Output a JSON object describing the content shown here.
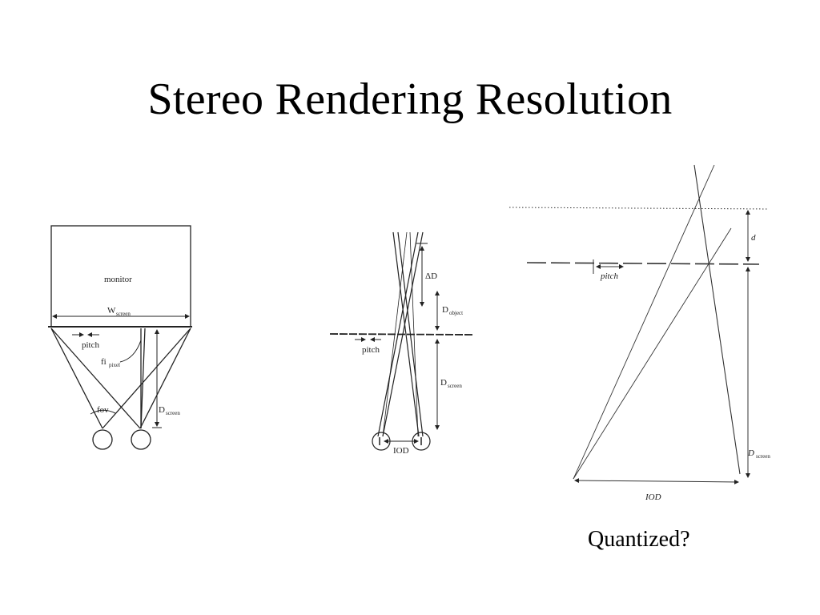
{
  "slide": {
    "title": "Stereo Rendering Resolution",
    "caption": "Quantized?"
  },
  "figure_left": {
    "monitor": "monitor",
    "w_screen": "W",
    "w_screen_sub": "screen",
    "pitch": "pitch",
    "fi_pixel": "fi",
    "fi_pixel_sub": "pixel",
    "fov": "fov",
    "d_screen": "D",
    "d_screen_sub": "screen"
  },
  "figure_middle": {
    "delta_d": "ΔD",
    "d_object": "D",
    "d_object_sub": "object",
    "pitch": "pitch",
    "d_screen": "D",
    "d_screen_sub": "screen",
    "iod": "IOD"
  },
  "figure_right": {
    "d": "d",
    "pitch": "pitch",
    "d_screen": "D",
    "d_screen_sub": "screen",
    "iod": "IOD"
  }
}
